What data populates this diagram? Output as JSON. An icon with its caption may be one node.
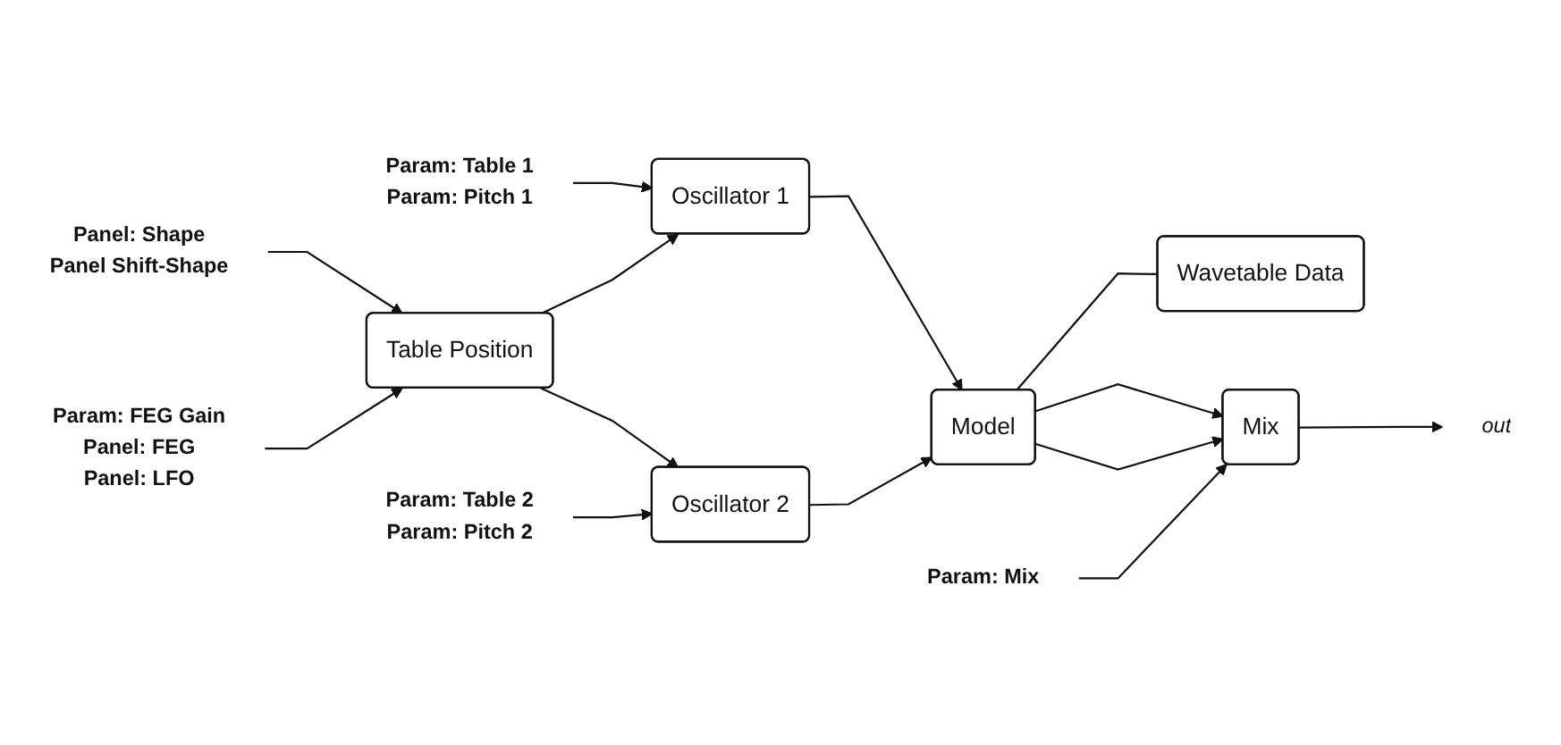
{
  "diagram": {
    "nodes": [
      {
        "text": [
          "Panel: Shape",
          "Panel Shift-Shape"
        ]
      },
      {
        "text": [
          "Table Position"
        ]
      },
      {
        "text": [
          "Param: Table 1",
          "Param: Pitch 1"
        ]
      },
      {
        "text": [
          "Oscillator 1"
        ]
      },
      {
        "text": [
          "Oscillator 2"
        ]
      },
      {
        "text": [
          "Param: Table 2",
          "Param: Pitch 2"
        ]
      },
      {
        "text": [
          "Param: FEG Gain",
          "Panel: FEG",
          "Panel: LFO"
        ]
      },
      {
        "text": [
          "Model"
        ]
      },
      {
        "text": [
          "Wavetable Data"
        ]
      },
      {
        "text": [
          "Param: Mix"
        ]
      },
      {
        "text": [
          "Mix"
        ]
      },
      {
        "text": [
          "out"
        ]
      }
    ],
    "edges": [
      {
        "from": 0,
        "to": 1,
        "arrow": "to"
      },
      {
        "from": 6,
        "to": 1,
        "arrow": "to"
      },
      {
        "from": 1,
        "to": 3,
        "arrow": "to"
      },
      {
        "from": 1,
        "to": 4,
        "arrow": "to"
      },
      {
        "from": 2,
        "to": 3,
        "arrow": "to"
      },
      {
        "from": 5,
        "to": 4,
        "arrow": "to"
      },
      {
        "from": 3,
        "to": 7,
        "arrow": "to"
      },
      {
        "from": 4,
        "to": 7,
        "arrow": "to"
      },
      {
        "from": 7,
        "to": 8,
        "arrow": "none"
      },
      {
        "from": 7,
        "to": 10,
        "arrow": "to"
      },
      {
        "from": 7,
        "to": 10,
        "arrow": "to"
      },
      {
        "from": 9,
        "to": 10,
        "arrow": "to"
      },
      {
        "from": 10,
        "to": 11,
        "arrow": "to"
      }
    ]
  }
}
